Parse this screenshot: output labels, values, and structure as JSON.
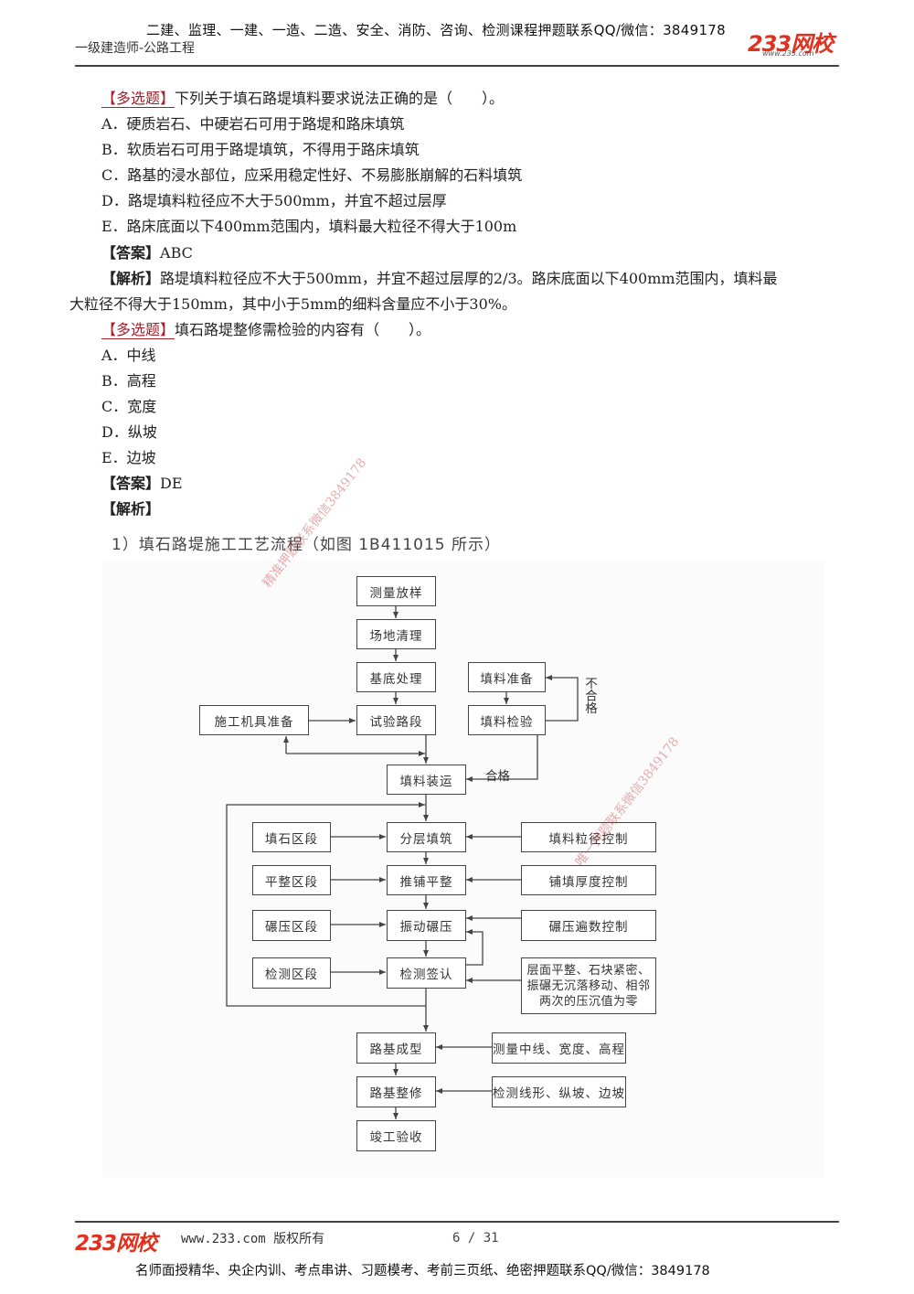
{
  "header": {
    "promo": "二建、监理、一建、一造、二造、安全、消防、咨询、检测课程押题联系QQ/微信：3849178",
    "subtitle": "一级建造师-公路工程",
    "logo_text": "233网校",
    "logo_url": "www.233.com"
  },
  "questions": [
    {
      "tag": "【多选题】",
      "stem": "下列关于填石路堤填料要求说法正确的是（　　）。",
      "options": [
        "A．硬质岩石、中硬岩石可用于路堤和路床填筑",
        "B．软质岩石可用于路堤填筑，不得用于路床填筑",
        "C．路基的浸水部位，应采用稳定性好、不易膨胀崩解的石料填筑",
        "D．路堤填料粒径应不大于500mm，并宜不超过层厚",
        "E．路床底面以下400mm范围内，填料最大粒径不得大于100m"
      ],
      "answer_label": "【答案】",
      "answer": "ABC",
      "analysis_label": "【解析】",
      "analysis_line1": "路堤填料粒径应不大于500mm，并宜不超过层厚的2/3。路床底面以下400mm范围内，填料最",
      "analysis_line2": "大粒径不得大于150mm，其中小于5mm的细料含量应不小于30%。"
    },
    {
      "tag": "【多选题】",
      "stem": "填石路堤整修需检验的内容有（　　）。",
      "options": [
        "A．中线",
        "B．高程",
        "C．宽度",
        "D．纵坡",
        "E．边坡"
      ],
      "answer_label": "【答案】",
      "answer": "DE",
      "analysis_label": "【解析】"
    }
  ],
  "figure": {
    "title": "1）填石路堤施工工艺流程（如图 1B411015 所示）",
    "nodes": {
      "survey_stakeout": "测量放样",
      "site_clearing": "场地清理",
      "base_treatment": "基底处理",
      "trial_section": "试验路段",
      "equipment_prep": "施工机具准备",
      "fill_prep": "填料准备",
      "fill_inspection": "填料检验",
      "fill_transport": "填料装运",
      "rockfill_zone": "填石区段",
      "layered_filling": "分层填筑",
      "particle_control": "填料粒径控制",
      "leveling_zone": "平整区段",
      "spreading_leveling": "推铺平整",
      "thickness_control": "铺填厚度控制",
      "compaction_zone": "碾压区段",
      "vibratory_compaction": "振动碾压",
      "pass_count_control": "碾压遍数控制",
      "testing_zone": "检测区段",
      "testing_signoff": "检测签认",
      "acceptance_criteria": "层面平整、石块紧密、振碾无沉落移动、相邻两次的压沉值为零",
      "subgrade_forming": "路基成型",
      "measure_centerline": "测量中线、宽度、高程",
      "subgrade_finishing": "路基整修",
      "check_alignment": "检测线形、纵坡、边坡",
      "completion_acceptance": "竣工验收"
    },
    "labels": {
      "fail": "不合格",
      "pass": "合格"
    }
  },
  "watermarks": [
    "精准押题联系微信3849178",
    "唯一押题联系微信3849178"
  ],
  "footer": {
    "logo_text": "233网校",
    "url": "www.233.com",
    "copyright": "版权所有",
    "page": "6 / 31",
    "promo": "名师面授精华、央企内训、考点串讲、习题模考、考前三页纸、绝密押题联系QQ/微信：3849178"
  },
  "colors": {
    "tag_red": "#a5202b",
    "logo_red": "#e0301e",
    "watermark": "#c84650"
  }
}
